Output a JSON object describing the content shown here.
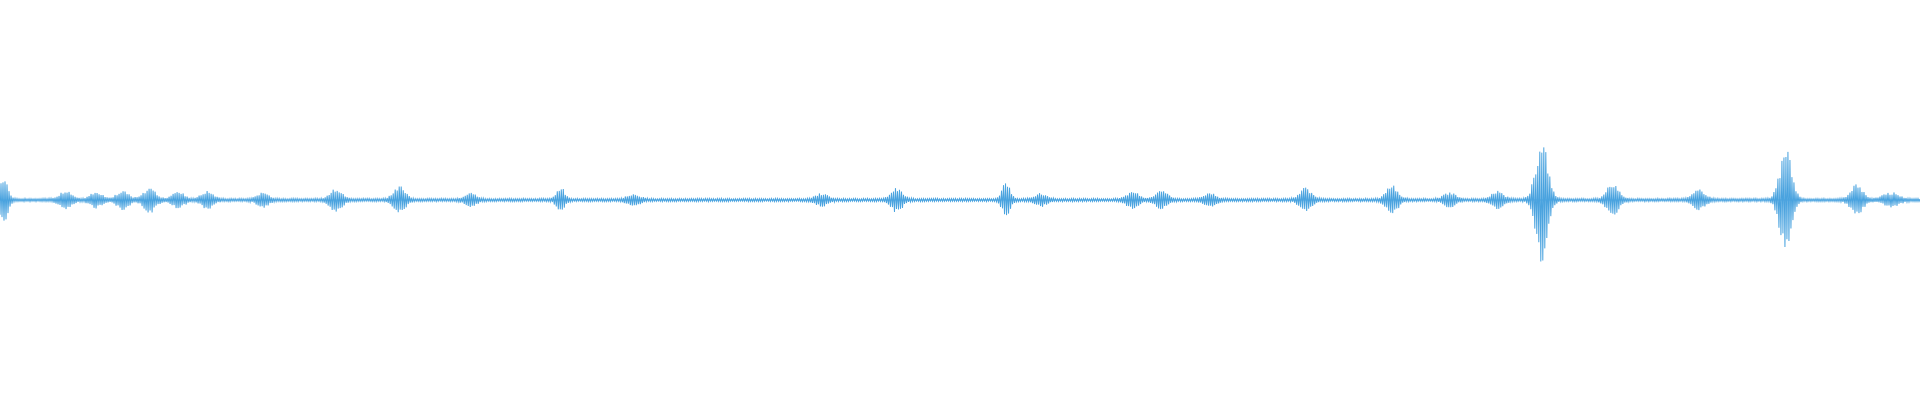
{
  "waveform": {
    "color": "#4aa3df",
    "background": "#ffffff",
    "sample_count": 1920,
    "baseline": 0,
    "peak_scale": 1.0,
    "bursts": [
      {
        "pos": 0.002,
        "amp": 0.06,
        "spread": 0.002
      },
      {
        "pos": 0.034,
        "amp": 0.02,
        "spread": 0.003
      },
      {
        "pos": 0.05,
        "amp": 0.018,
        "spread": 0.003
      },
      {
        "pos": 0.064,
        "amp": 0.022,
        "spread": 0.003
      },
      {
        "pos": 0.078,
        "amp": 0.03,
        "spread": 0.003
      },
      {
        "pos": 0.093,
        "amp": 0.018,
        "spread": 0.003
      },
      {
        "pos": 0.108,
        "amp": 0.02,
        "spread": 0.003
      },
      {
        "pos": 0.137,
        "amp": 0.016,
        "spread": 0.003
      },
      {
        "pos": 0.175,
        "amp": 0.028,
        "spread": 0.003
      },
      {
        "pos": 0.208,
        "amp": 0.032,
        "spread": 0.003
      },
      {
        "pos": 0.245,
        "amp": 0.014,
        "spread": 0.003
      },
      {
        "pos": 0.292,
        "amp": 0.03,
        "spread": 0.002
      },
      {
        "pos": 0.33,
        "amp": 0.014,
        "spread": 0.003
      },
      {
        "pos": 0.428,
        "amp": 0.014,
        "spread": 0.003
      },
      {
        "pos": 0.467,
        "amp": 0.028,
        "spread": 0.003
      },
      {
        "pos": 0.524,
        "amp": 0.042,
        "spread": 0.002
      },
      {
        "pos": 0.542,
        "amp": 0.014,
        "spread": 0.003
      },
      {
        "pos": 0.59,
        "amp": 0.02,
        "spread": 0.003
      },
      {
        "pos": 0.605,
        "amp": 0.02,
        "spread": 0.003
      },
      {
        "pos": 0.63,
        "amp": 0.016,
        "spread": 0.003
      },
      {
        "pos": 0.68,
        "amp": 0.028,
        "spread": 0.003
      },
      {
        "pos": 0.725,
        "amp": 0.036,
        "spread": 0.003
      },
      {
        "pos": 0.755,
        "amp": 0.016,
        "spread": 0.003
      },
      {
        "pos": 0.78,
        "amp": 0.02,
        "spread": 0.003
      },
      {
        "pos": 0.803,
        "amp": 0.16,
        "spread": 0.003
      },
      {
        "pos": 0.84,
        "amp": 0.04,
        "spread": 0.003
      },
      {
        "pos": 0.885,
        "amp": 0.024,
        "spread": 0.003
      },
      {
        "pos": 0.93,
        "amp": 0.13,
        "spread": 0.003
      },
      {
        "pos": 0.967,
        "amp": 0.04,
        "spread": 0.003
      },
      {
        "pos": 0.985,
        "amp": 0.016,
        "spread": 0.004
      }
    ]
  }
}
